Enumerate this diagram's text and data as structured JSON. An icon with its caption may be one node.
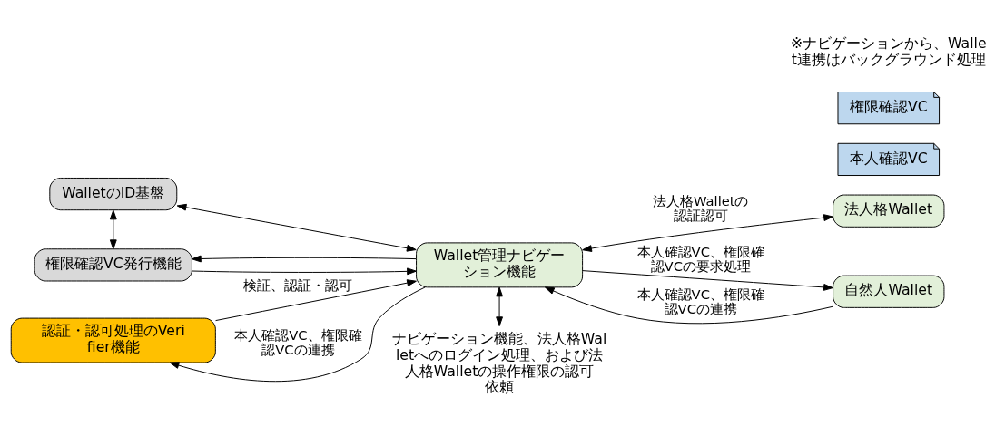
{
  "diagram": {
    "nodes": [
      {
        "text": [
          "WalletのID基盤"
        ]
      },
      {
        "text": [
          "権限確認VC発行機能"
        ]
      },
      {
        "text": [
          "Wallet管理ナビゲーション機能"
        ]
      },
      {
        "text": [
          "法人格Wallet"
        ]
      },
      {
        "text": [
          "自然人Wallet"
        ]
      },
      {
        "text": [
          "本人確認VC"
        ]
      },
      {
        "text": [
          "権限確認VC"
        ]
      },
      {
        "text": [
          "認証・認可処理のVerifier機能"
        ]
      },
      {
        "text": [
          "ナビゲーション機能、法人格Walletへのログイン処理、および法人格Walletの操作権限の認可依頼"
        ]
      }
    ],
    "edges": [
      {
        "from": 0,
        "to": 2,
        "arrow": "both"
      },
      {
        "from": 0,
        "to": 1,
        "arrow": "both"
      },
      {
        "from": 2,
        "to": 1,
        "arrow": "to"
      },
      {
        "from": 1,
        "to": 2,
        "arrow": "to"
      },
      {
        "from": 2,
        "to": 3,
        "arrow": "both",
        "label": "法人格Walletの認証認可"
      },
      {
        "from": 2,
        "to": 7,
        "arrow": "to",
        "label": "本人確認VC、権限確認VCの連携"
      },
      {
        "from": 7,
        "to": 2,
        "arrow": "to",
        "label": "検証、認証・認可"
      },
      {
        "from": 2,
        "to": 8,
        "arrow": "both"
      },
      {
        "from": 2,
        "to": 4,
        "arrow": "to",
        "label": "本人確認VC、権限確認VCの要求処理"
      },
      {
        "from": 4,
        "to": 2,
        "arrow": "to",
        "label": "本人確認VC、権限確認VCの連携"
      }
    ],
    "labels": [
      "※ナビゲーションから、Wallet連携はバックグラウンド処理"
    ]
  }
}
